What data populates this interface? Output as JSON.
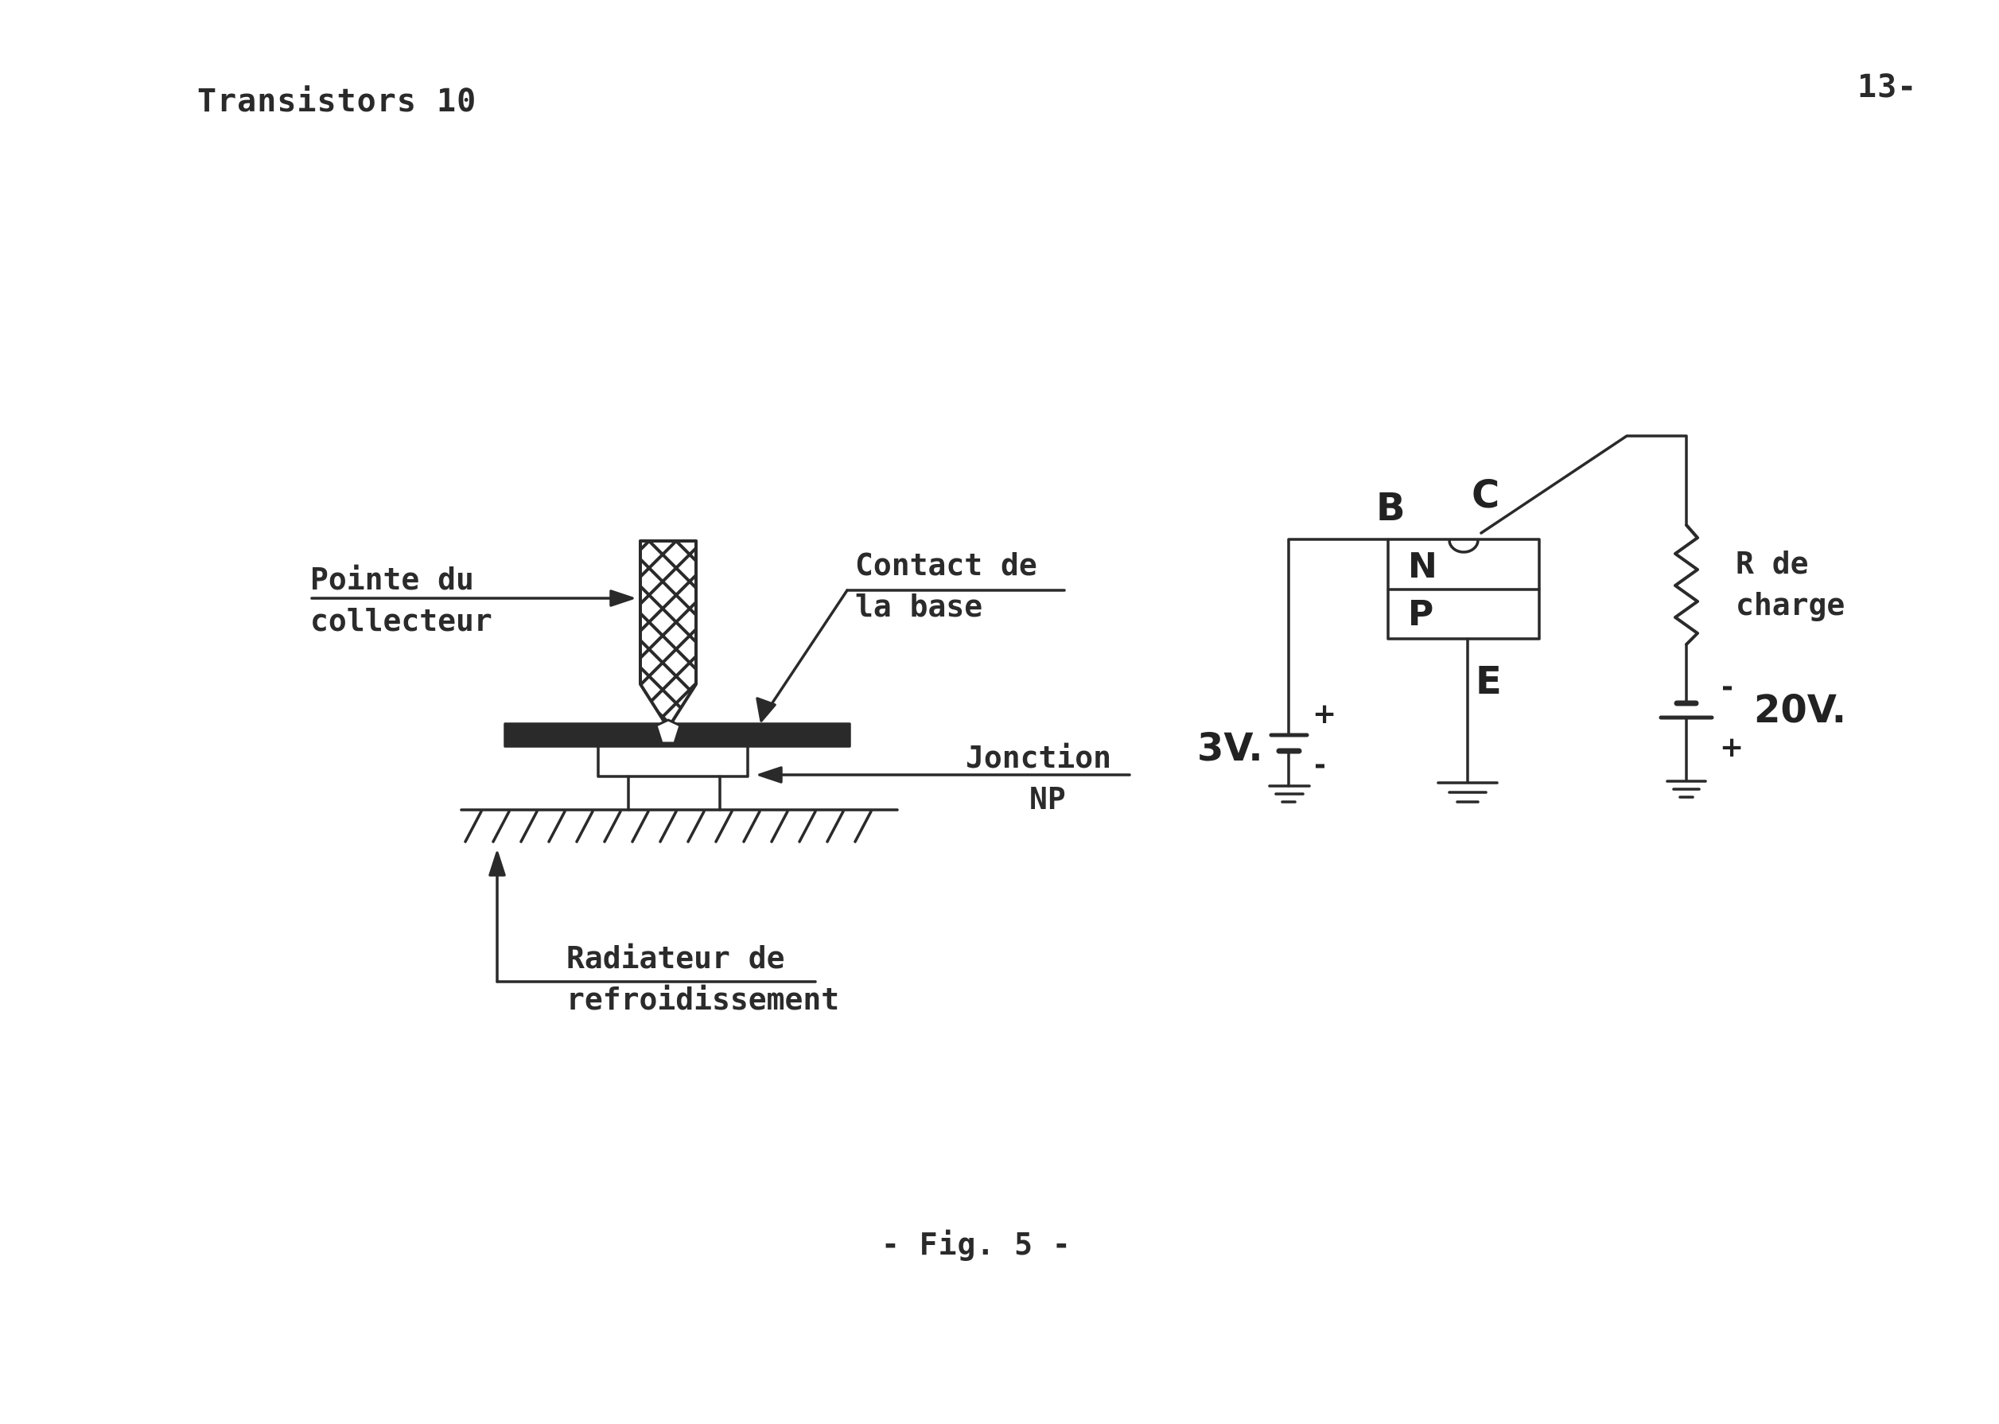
{
  "header": {
    "title": "Transistors 10",
    "page_number": "13-"
  },
  "structure_labels": {
    "collector_point": [
      "Pointe du",
      "collecteur"
    ],
    "base_contact": [
      "Contact de",
      "la base"
    ],
    "junction": [
      "Jonction",
      "NP"
    ],
    "radiator": [
      "Radiateur de",
      "refroidissement"
    ]
  },
  "circuit": {
    "base": "B",
    "collector": "C",
    "emitter": "E",
    "n_region": "N",
    "p_region": "P",
    "load_label": [
      "R de",
      "charge"
    ],
    "base_battery": "3V.",
    "collector_battery": "20V.",
    "plus": "+",
    "minus": "-"
  },
  "caption": "- Fig. 5 -"
}
